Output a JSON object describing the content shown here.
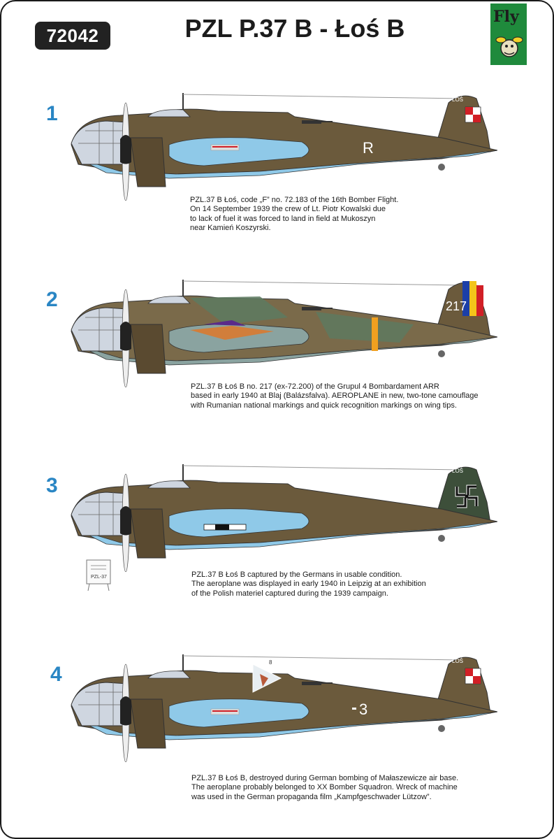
{
  "header": {
    "catalog_number": "72042",
    "title": "PZL P.37 B - Łoś B",
    "logo_text": "Fly"
  },
  "colors": {
    "olive": "#6b5a3c",
    "olive_dark": "#5a4a30",
    "light_blue": "#8fc9e8",
    "grey_green": "#8aa3a0",
    "number_blue": "#2a86c4",
    "romanian_blue": "#1b3fa8",
    "romanian_yellow": "#f3c51a",
    "romanian_red": "#d11f26",
    "quick_id_yellow": "#f0a020"
  },
  "profiles": [
    {
      "number": "1",
      "code_marking": "R",
      "fin_text": "ŁOŚ",
      "caption": [
        "PZL.37 B Łoś, code „F” no. 72.183 of the 16th Bomber Flight.",
        "On 14 September 1939 the crew of Lt. Piotr Kowalski due",
        "to lack of fuel it was forced to land in field at Mukoszyn",
        "near Kamień Koszyrski."
      ]
    },
    {
      "number": "2",
      "code_marking": "217",
      "caption": [
        "PZL.37 B  Łoś B no. 217 (ex-72.200) of the Grupul 4 Bombardament ARR",
        "based in early 1940 at Blaj (Balázsfalva). AEROPLANE in new, two-tone camouflage",
        "with Rumanian national markings and quick recognition markings on wing tips."
      ]
    },
    {
      "number": "3",
      "fin_text": "ŁOŚ",
      "placard_text": [
        "PZL-37"
      ],
      "caption": [
        "PZL.37 B  Łoś B captured by the Germans in usable condition.",
        "The aeroplane was displayed in early 1940 in Leipzig at an exhibition",
        "of the Polish materiel captured during the 1939 campaign."
      ]
    },
    {
      "number": "4",
      "code_marking": "3",
      "emblem_number": "8",
      "fin_text": "ŁOŚ",
      "caption": [
        "PZL.37 B  Łoś B, destroyed during German bombing of Małaszewicze air base.",
        "The aeroplane probably belonged to XX Bomber Squadron. Wreck of machine",
        "was used in the German propaganda film „Kampfgeschwader Lützow”."
      ]
    }
  ]
}
